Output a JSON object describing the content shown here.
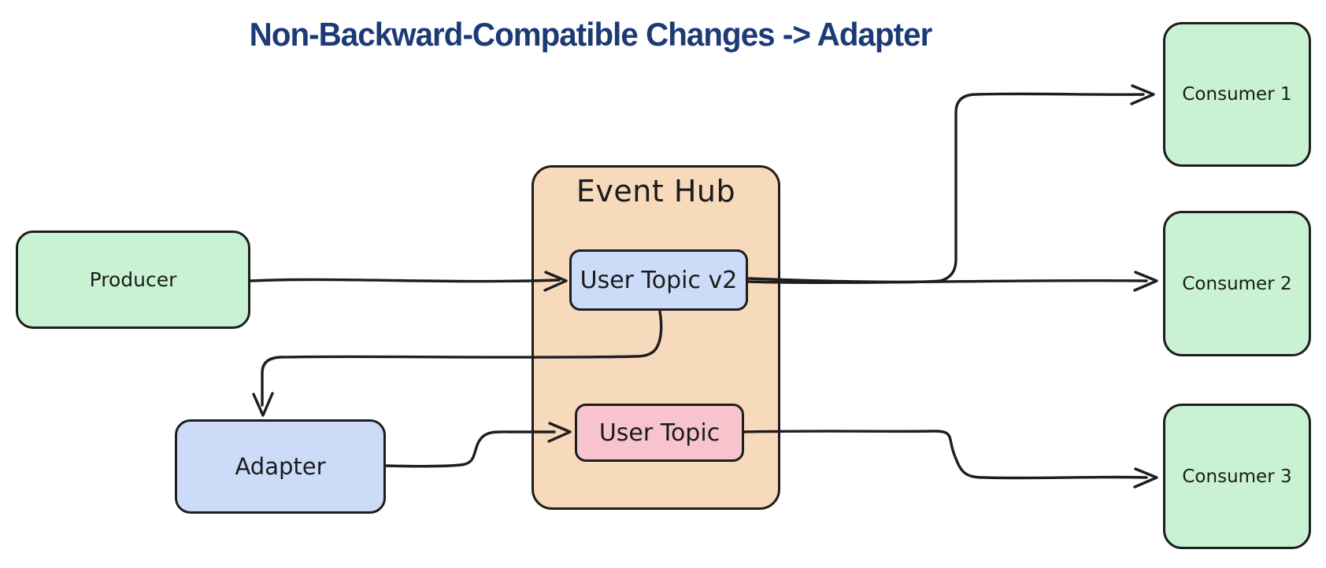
{
  "title": "Non-Backward-Compatible Changes -> Adapter",
  "colors": {
    "bg": "#ffffff",
    "stroke": "#1e1e1e",
    "title": "#1c3a76",
    "green": "#c8f2d2",
    "peach": "#f7d9bc",
    "blue": "#ccdcf8",
    "pink": "#f7c4cd",
    "text": "#1b1b1b"
  },
  "nodes": {
    "producer": {
      "label": "Producer",
      "fill": "#c8f2d2"
    },
    "event_hub": {
      "label": "Event Hub",
      "fill": "#f7d9bc"
    },
    "user_topic_v2": {
      "label": "User Topic v2",
      "fill": "#ccdcf8"
    },
    "user_topic": {
      "label": "User Topic",
      "fill": "#f7c4cd"
    },
    "adapter": {
      "label": "Adapter",
      "fill": "#ccdcf8"
    },
    "consumer_1": {
      "label": "Consumer 1",
      "fill": "#c8f2d2"
    },
    "consumer_2": {
      "label": "Consumer 2",
      "fill": "#c8f2d2"
    },
    "consumer_3": {
      "label": "Consumer 3",
      "fill": "#c8f2d2"
    }
  },
  "edges": [
    {
      "from": "producer",
      "to": "user_topic_v2"
    },
    {
      "from": "user_topic_v2",
      "to": "consumer_1"
    },
    {
      "from": "user_topic_v2",
      "to": "consumer_2"
    },
    {
      "from": "user_topic_v2",
      "to": "adapter"
    },
    {
      "from": "adapter",
      "to": "user_topic"
    },
    {
      "from": "user_topic",
      "to": "consumer_3"
    }
  ]
}
